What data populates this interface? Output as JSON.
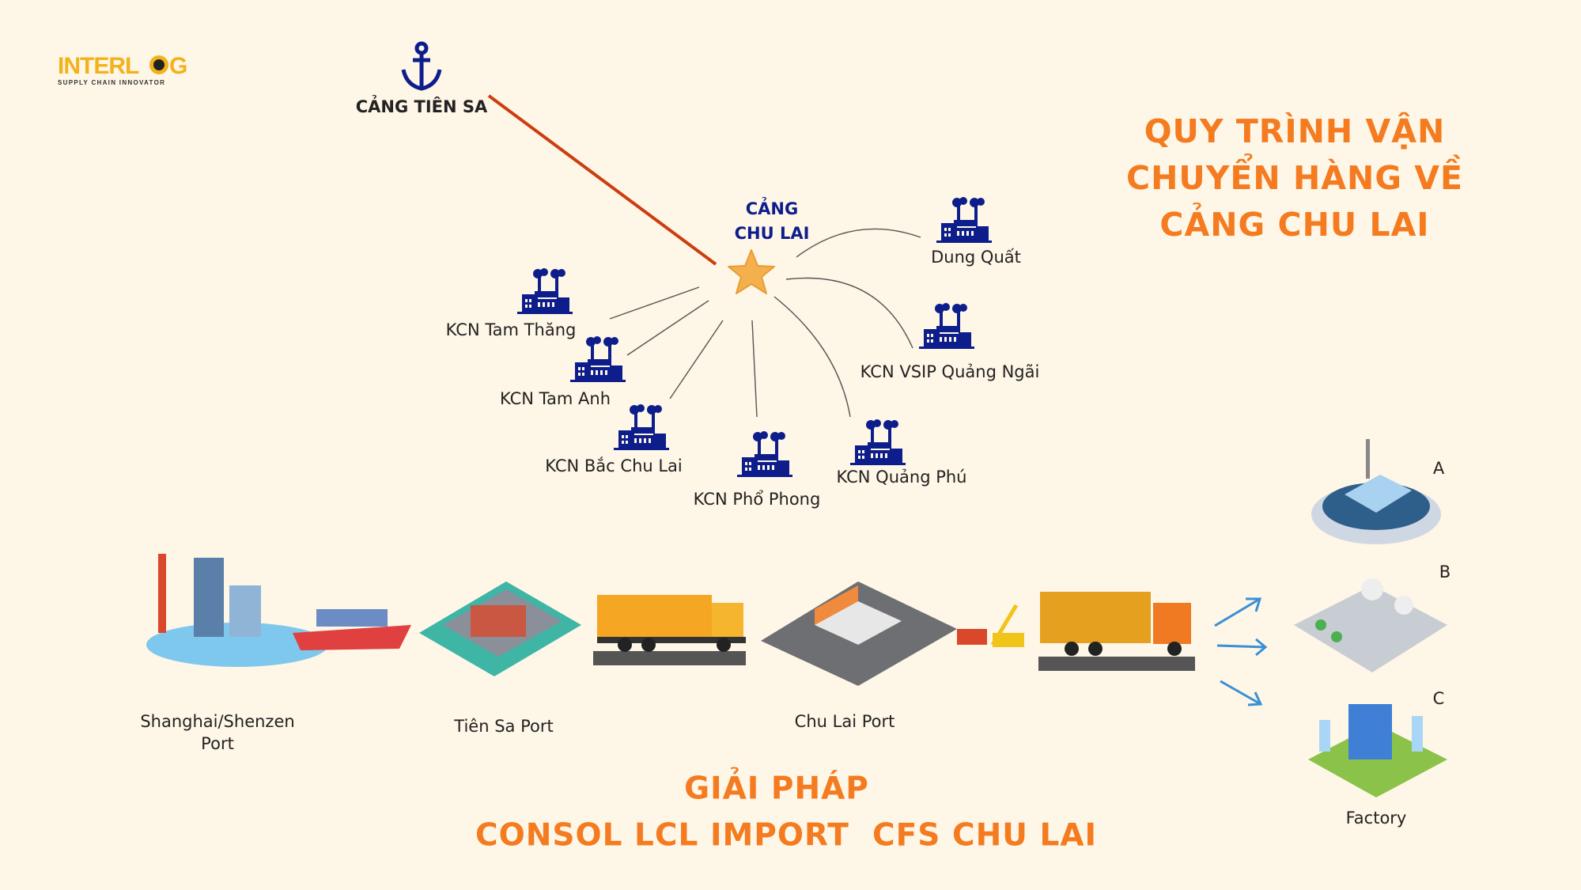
{
  "logo": {
    "name": "INTERLOG",
    "tagline": "SUPPLY CHAIN INNOVATOR"
  },
  "title": {
    "lines": [
      "QUY TRÌNH VẬN",
      "CHUYỂN HÀNG VỀ",
      "CẢNG CHU LAI"
    ]
  },
  "tien_sa": {
    "label": "CẢNG TIÊN SA"
  },
  "chu_lai": {
    "line1": "CẢNG",
    "line2": "CHU LAI"
  },
  "industrial_zones": [
    {
      "label": "Dung Quất"
    },
    {
      "label": "KCN VSIP Quảng Ngãi"
    },
    {
      "label": "KCN Tam Thăng"
    },
    {
      "label": "KCN Tam Anh"
    },
    {
      "label": "KCN Bắc Chu Lai"
    },
    {
      "label": "KCN Phổ Phong"
    },
    {
      "label": "KCN Quảng Phú"
    }
  ],
  "flow": {
    "origin": {
      "line1": "Shanghai/Shenzen",
      "line2": "Port"
    },
    "tien_sa_port": "Tiên Sa Port",
    "chu_lai_port": "Chu Lai Port",
    "factories": [
      "A",
      "B",
      "C"
    ],
    "factory_label": "Factory"
  },
  "footer": {
    "line1": "GIẢI PHÁP",
    "line2": "CONSOL LCL IMPORT  CFS CHU LAI"
  },
  "colors": {
    "background": "#fef6e6",
    "accent": "#f47b20",
    "navy": "#0d1e8c",
    "route": "#cc3d10",
    "arrow": "#3a8fd6"
  }
}
